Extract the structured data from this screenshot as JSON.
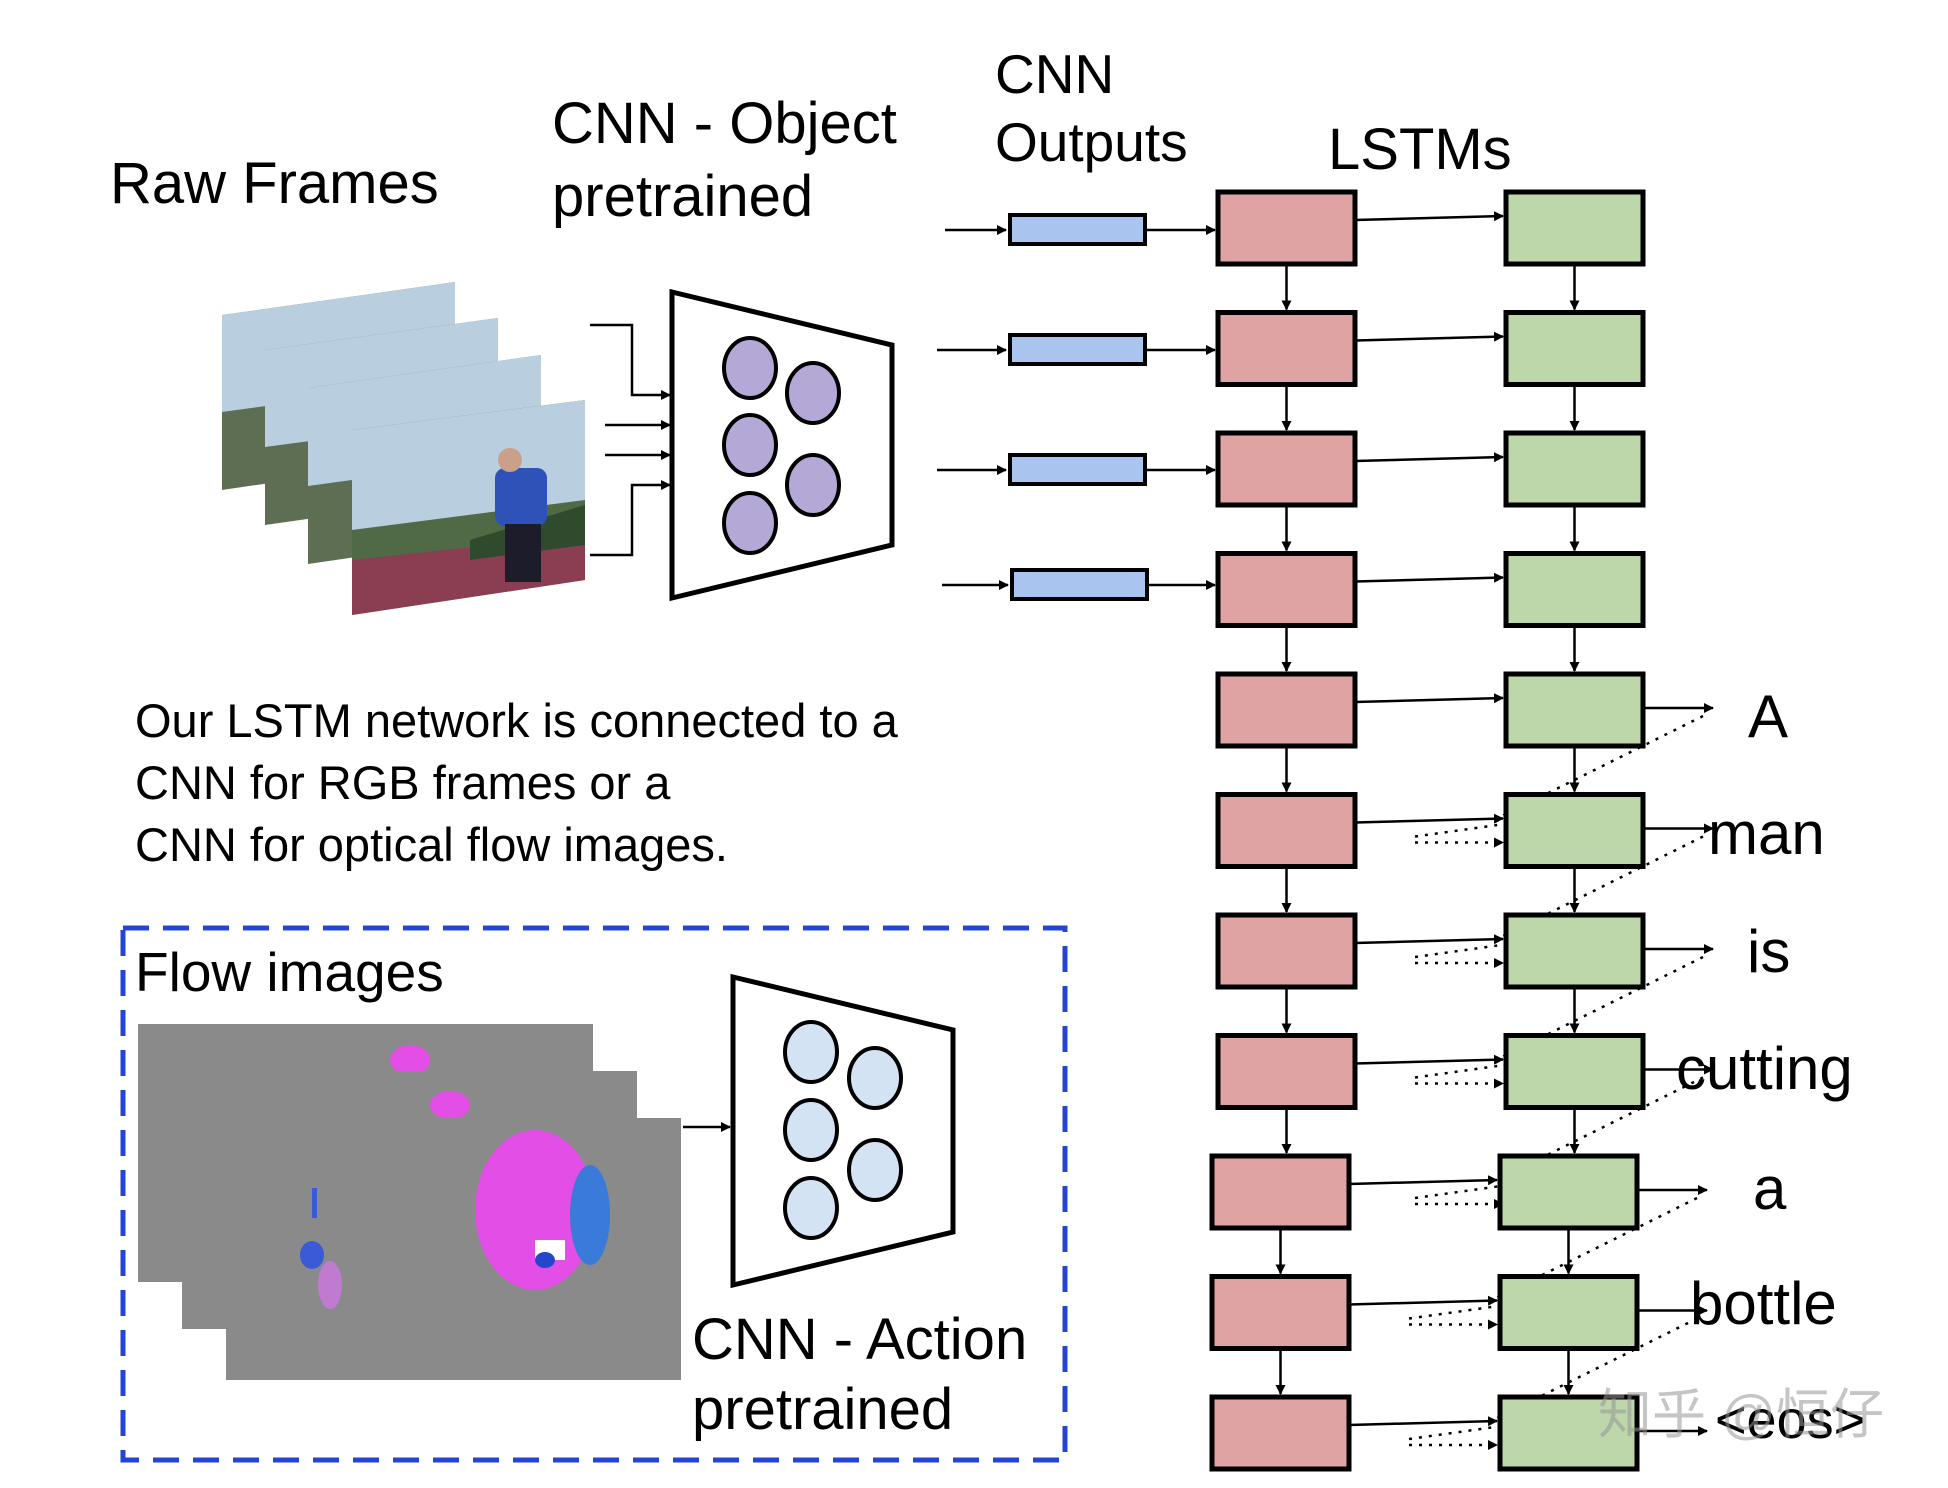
{
  "labels": {
    "raw_frames": "Raw Frames",
    "cnn_object_line1": "CNN - Object",
    "cnn_object_line2": "pretrained",
    "cnn_outputs_line1": "CNN",
    "cnn_outputs_line2": "Outputs",
    "lstms": "LSTMs",
    "description_line1": "Our LSTM network is connected to a",
    "description_line2": "CNN for RGB frames or a",
    "description_line3": "CNN for optical flow images.",
    "flow_images": "Flow images",
    "cnn_action_line1": "CNN - Action",
    "cnn_action_line2": "pretrained"
  },
  "output_words": [
    "A",
    "man",
    "is",
    "cutting",
    "a",
    "bottle",
    "<eos>"
  ],
  "watermark": "知乎 @恒仔",
  "colors": {
    "lstm1": "#e0a3a3",
    "lstm2": "#bdd7ab",
    "cnn_output": "#a9c4ef",
    "object_node": "#b3a8d6",
    "action_node": "#d3e3f3",
    "flow_box_border": "#2444d6",
    "flow_background": "#8a8a8a",
    "flow_magenta": "#e24ee6",
    "flow_blue": "#3a7ad8"
  }
}
